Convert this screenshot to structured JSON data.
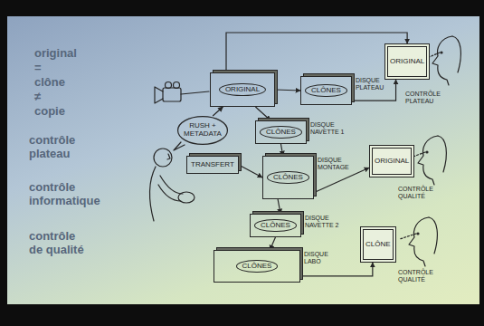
{
  "diagram": {
    "nodes": [
      {
        "text": [
          "ORIGINAL"
        ]
      },
      {
        "text": [
          "CLÔNES",
          "DISQUE PLATEAU"
        ]
      },
      {
        "text": [
          "ORIGINAL"
        ]
      },
      {
        "text": [
          "RUSH + METADATA"
        ]
      },
      {
        "text": [
          "TRANSFERT"
        ]
      },
      {
        "text": [
          "CLÔNES",
          "DISQUE NAVETTE 1"
        ]
      },
      {
        "text": [
          "CLÔNES",
          "DISQUE MONTAGE"
        ]
      },
      {
        "text": [
          "ORIGINAL"
        ]
      },
      {
        "text": [
          "CLÔNES",
          "DISQUE NAVETTE 2"
        ]
      },
      {
        "text": [
          "CLÔNES",
          "DISQUE LABO"
        ]
      },
      {
        "text": [
          "CLÔNE"
        ]
      }
    ],
    "edges": [
      {
        "from": 0,
        "to": 1,
        "arrow": "to"
      },
      {
        "from": 0,
        "to": 2,
        "arrow": "to"
      },
      {
        "from": 1,
        "to": 2,
        "arrow": "to"
      },
      {
        "from": 3,
        "to": 0,
        "arrow": "to"
      },
      {
        "from": 0,
        "to": 5,
        "arrow": "to"
      },
      {
        "from": 5,
        "to": 6,
        "arrow": "to"
      },
      {
        "from": 4,
        "to": 6,
        "arrow": "to"
      },
      {
        "from": 6,
        "to": 7,
        "arrow": "to"
      },
      {
        "from": 6,
        "to": 8,
        "arrow": "to"
      },
      {
        "from": 8,
        "to": 9,
        "arrow": "to"
      },
      {
        "from": 9,
        "to": 10,
        "arrow": "to"
      }
    ],
    "labels": [
      "original",
      "=",
      "clône",
      "≠",
      "copie",
      "contrôle plateau",
      "contrôle informatique",
      "contrôle de qualité",
      "CONTRÔLE PLATEAU",
      "CONTRÔLE QUALITÉ",
      "CONTRÔLE QUALITÉ"
    ]
  }
}
